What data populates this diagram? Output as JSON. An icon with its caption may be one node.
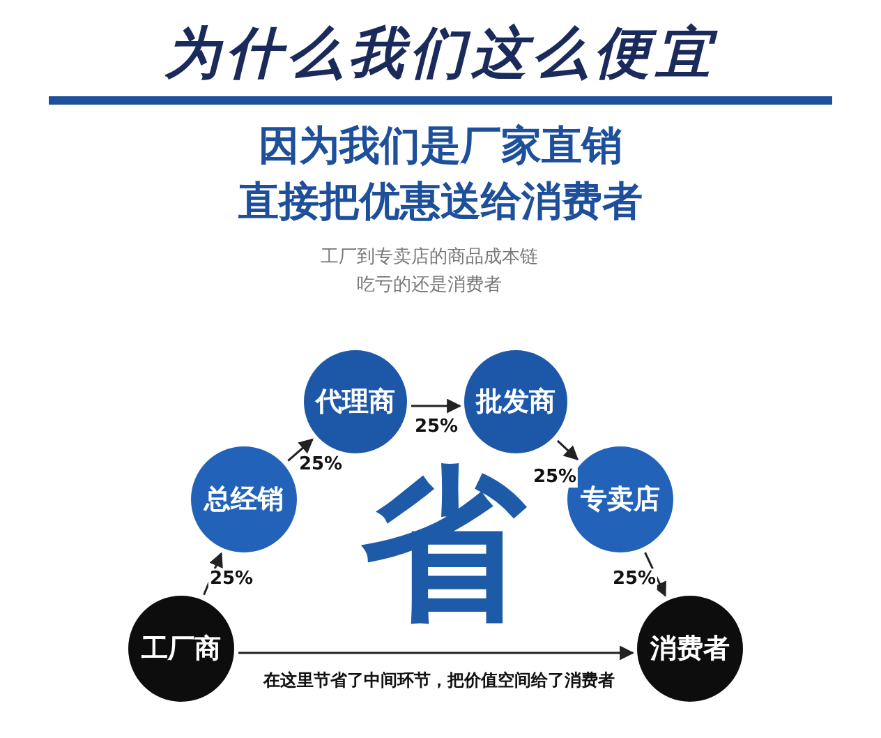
{
  "diagram": {
    "title": "为什么我们这么便宜",
    "nodes": [
      {
        "text": [
          "工厂商"
        ]
      },
      {
        "text": [
          "总经销"
        ]
      },
      {
        "text": [
          "代理商"
        ]
      },
      {
        "text": [
          "批发商"
        ]
      },
      {
        "text": [
          "专卖店"
        ]
      },
      {
        "text": [
          "消费者"
        ]
      }
    ],
    "edges": [
      {
        "from": 0,
        "to": 1,
        "arrow": "to",
        "label": "25%"
      },
      {
        "from": 1,
        "to": 2,
        "arrow": "to",
        "label": "25%"
      },
      {
        "from": 2,
        "to": 3,
        "arrow": "to",
        "label": "25%"
      },
      {
        "from": 3,
        "to": 4,
        "arrow": "to",
        "label": "25%"
      },
      {
        "from": 4,
        "to": 5,
        "arrow": "to",
        "label": "25%"
      },
      {
        "from": 0,
        "to": 5,
        "arrow": "to",
        "label": "在这里节省了中间环节，把价值空间给了消费者"
      }
    ],
    "labels": [
      "因为我们是厂家直销",
      "直接把优惠送给消费者",
      "工厂到专卖店的商品成本链",
      "吃亏的还是消费者",
      "省"
    ]
  }
}
